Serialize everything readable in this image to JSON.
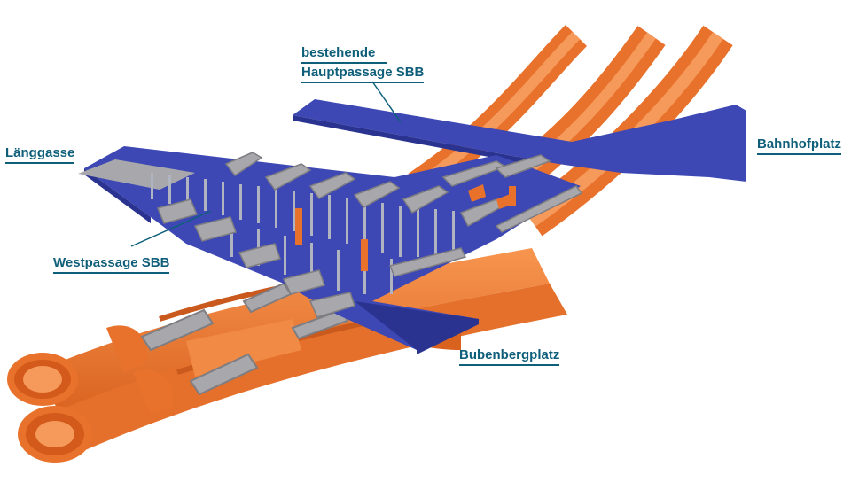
{
  "labels": {
    "laenggasse": "Länggasse",
    "westpassage": "Westpassage SBB",
    "hauptpassage_line1": "bestehende",
    "hauptpassage_line2": "Hauptpassage SBB",
    "bahnhofplatz": "Bahnhofplatz",
    "bubenbergplatz": "Bubenbergplatz"
  },
  "colors": {
    "label": "#0f5f7a",
    "tunnel_orange": "#ee7b35",
    "tunnel_orange_dark": "#c9591c",
    "passage_blue": "#3d48b4",
    "passage_blue_dark": "#2a3490",
    "structure_gray": "#a8a8ac",
    "structure_gray_dark": "#7d7d82"
  }
}
